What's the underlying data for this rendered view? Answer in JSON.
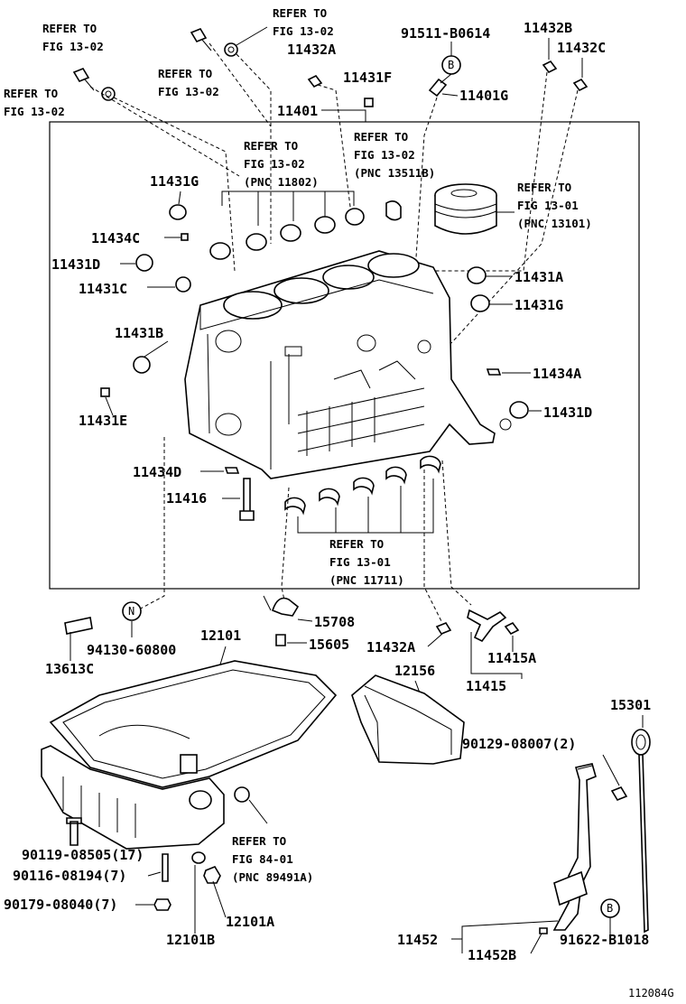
{
  "labels": {
    "refer_fig1302_a": "REFER TO",
    "refer_fig1302_a2": "FIG 13-02",
    "refer_fig1302_b": "REFER TO",
    "refer_fig1302_b2": "FIG 13-02",
    "refer_fig1302_c": "REFER TO",
    "refer_fig1302_c2": "FIG 13-02",
    "refer_fig1302_d": "REFER TO",
    "refer_fig1302_d2": "FIG 13-02",
    "p_11432A_top": "11432A",
    "p_91511": "91511-B0614",
    "p_11432B": "11432B",
    "p_11432C": "11432C",
    "p_11431F": "11431F",
    "p_11401G": "11401G",
    "p_11401": "11401",
    "ref_11802_1": "REFER TO",
    "ref_11802_2": "FIG 13-02",
    "ref_11802_3": "(PNC 11802)",
    "ref_13511_1": "REFER TO",
    "ref_13511_2": "FIG 13-02",
    "ref_13511_3": "(PNC 13511B)",
    "ref_13101_1": "REFER TO",
    "ref_13101_2": "FIG 13-01",
    "ref_13101_3": "(PNC 13101)",
    "p_11431G_l": "11431G",
    "p_11434C": "11434C",
    "p_11431D_l": "11431D",
    "p_11431C": "11431C",
    "p_11431A": "11431A",
    "p_11431G_r": "11431G",
    "p_11431B": "11431B",
    "p_11434A": "11434A",
    "p_11431D_r": "11431D",
    "p_11431E": "11431E",
    "p_11434D": "11434D",
    "p_11416": "11416",
    "ref_11711_1": "REFER TO",
    "ref_11711_2": "FIG 13-01",
    "ref_11711_3": "(PNC 11711)",
    "p_15708": "15708",
    "p_15605": "15605",
    "p_11432A_b": "11432A",
    "p_11415A": "11415A",
    "p_11415": "11415",
    "p_94130": "94130-60800",
    "p_13613C": "13613C",
    "p_12101": "12101",
    "p_12156": "12156",
    "p_15301": "15301",
    "p_90129": "90129-08007(2)",
    "p_90119": "90119-08505(17)",
    "p_90116": "90116-08194(7)",
    "p_90179": "90179-08040(7)",
    "ref_89491_1": "REFER TO",
    "ref_89491_2": "FIG 84-01",
    "ref_89491_3": "(PNC 89491A)",
    "p_12101A": "12101A",
    "p_12101B": "12101B",
    "p_11452": "11452",
    "p_11452B": "11452B",
    "p_91622": "91622-B1018",
    "callout_B": "B",
    "callout_N": "N",
    "footer_code": "112084G"
  }
}
